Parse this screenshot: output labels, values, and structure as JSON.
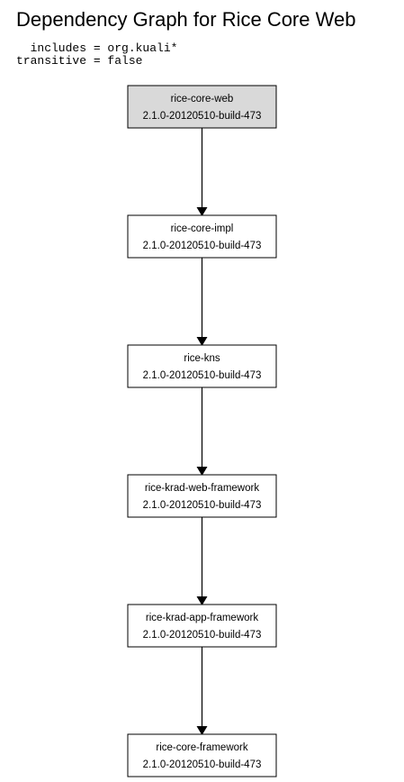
{
  "title": "Dependency Graph for Rice Core Web",
  "config": {
    "includes_line": "  includes = org.kuali*",
    "transitive_line": "transitive = false"
  },
  "colors": {
    "root_fill": "#d9d9d9",
    "node_fill": "#ffffff",
    "stroke": "#000000"
  },
  "nodes": [
    {
      "id": "rice-core-web",
      "name": "rice-core-web",
      "version": "2.1.0-20120510-build-473",
      "root": true
    },
    {
      "id": "rice-core-impl",
      "name": "rice-core-impl",
      "version": "2.1.0-20120510-build-473",
      "root": false
    },
    {
      "id": "rice-kns",
      "name": "rice-kns",
      "version": "2.1.0-20120510-build-473",
      "root": false
    },
    {
      "id": "rice-krad-web-framework",
      "name": "rice-krad-web-framework",
      "version": "2.1.0-20120510-build-473",
      "root": false
    },
    {
      "id": "rice-krad-app-framework",
      "name": "rice-krad-app-framework",
      "version": "2.1.0-20120510-build-473",
      "root": false
    },
    {
      "id": "rice-core-framework",
      "name": "rice-core-framework",
      "version": "2.1.0-20120510-build-473",
      "root": false
    }
  ],
  "edges": [
    {
      "from": "rice-core-web",
      "to": "rice-core-impl"
    },
    {
      "from": "rice-core-impl",
      "to": "rice-kns"
    },
    {
      "from": "rice-kns",
      "to": "rice-krad-web-framework"
    },
    {
      "from": "rice-krad-web-framework",
      "to": "rice-krad-app-framework"
    },
    {
      "from": "rice-krad-app-framework",
      "to": "rice-core-framework"
    }
  ]
}
